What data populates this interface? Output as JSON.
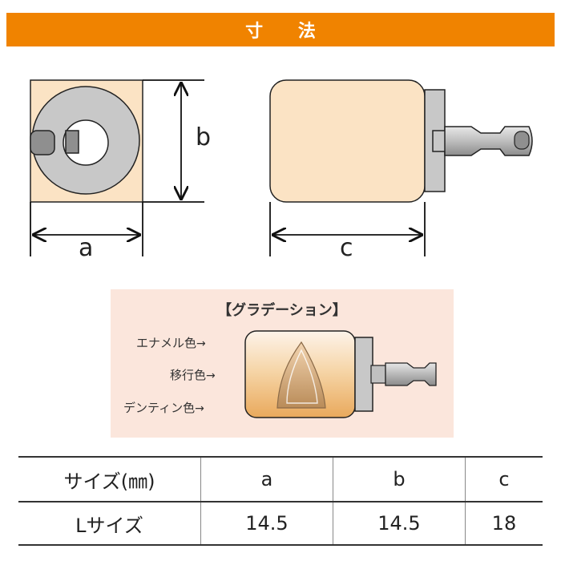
{
  "header": {
    "title": "寸 法"
  },
  "dimensions": {
    "a": "a",
    "b": "b",
    "c": "c"
  },
  "gradation": {
    "title": "【グラデーション】",
    "labels": [
      "エナメル色",
      "移行色",
      "デンティン色"
    ]
  },
  "spec_table": {
    "headers": [
      "サイズ(㎜)",
      "a",
      "b",
      "c"
    ],
    "rows": [
      [
        "Lサイズ",
        "14.5",
        "14.5",
        "18"
      ]
    ]
  },
  "colors": {
    "header_bg": "#f08300",
    "body_fill": "#fbe3c4",
    "panel_bg": "#fbe6dc"
  }
}
